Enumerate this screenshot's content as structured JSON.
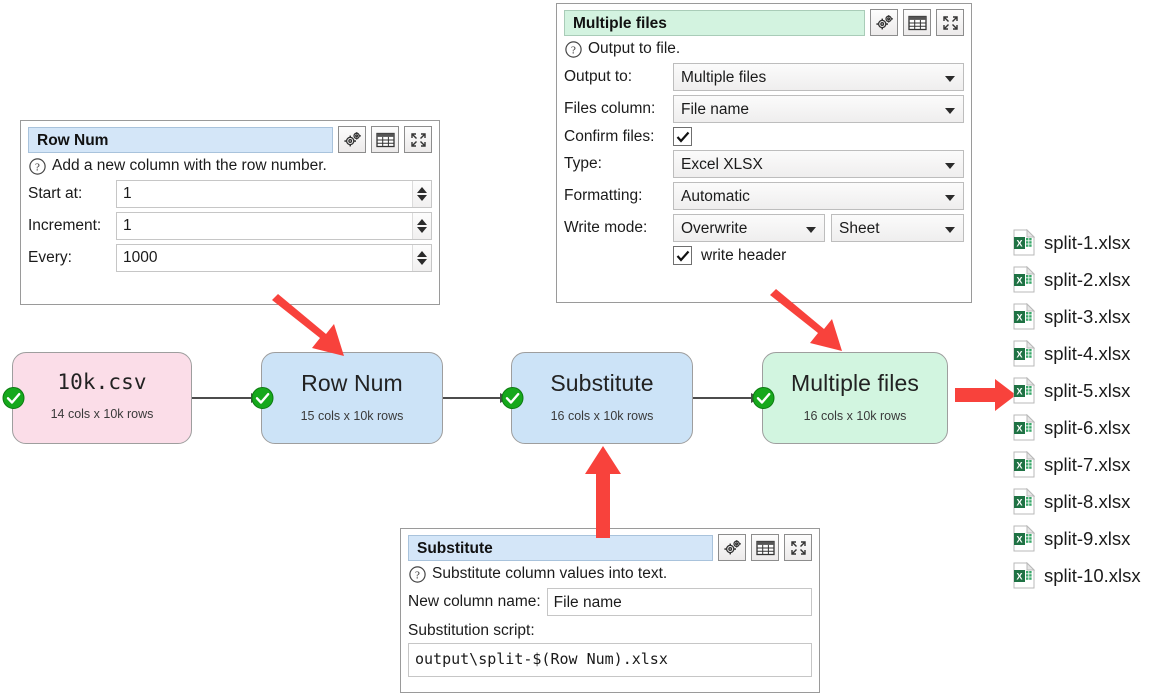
{
  "panels": {
    "row_num": {
      "title": "Row Num",
      "hint": "Add a new column with the row number.",
      "fields": [
        {
          "label": "Start at:",
          "value": "1"
        },
        {
          "label": "Increment:",
          "value": "1"
        },
        {
          "label": "Every:",
          "value": "1000"
        }
      ],
      "icons": [
        "gear-icon",
        "table-icon",
        "expand-icon"
      ]
    },
    "multiple_files": {
      "title": "Multiple files",
      "hint": "Output to file.",
      "rows": [
        {
          "label": "Output to:",
          "value": "Multiple files",
          "kind": "combo"
        },
        {
          "label": "Files column:",
          "value": "File name",
          "kind": "combo"
        },
        {
          "label": "Confirm files:",
          "value": "",
          "kind": "checkbox",
          "checked": true
        },
        {
          "label": "Type:",
          "value": "Excel XLSX",
          "kind": "combo"
        },
        {
          "label": "Formatting:",
          "value": "Automatic",
          "kind": "combo"
        },
        {
          "label": "Write mode:",
          "value": "Overwrite",
          "value2": "Sheet",
          "kind": "combo2"
        }
      ],
      "write_header_label": "write header",
      "write_header_checked": true,
      "icons": [
        "gear-icon",
        "table-icon",
        "expand-icon"
      ]
    },
    "substitute": {
      "title": "Substitute",
      "hint": "Substitute column values into text.",
      "new_column_label": "New column name:",
      "new_column_value": "File name",
      "script_label": "Substitution script:",
      "script_value": "output\\split-$(Row Num).xlsx",
      "icons": [
        "gear-icon",
        "table-icon",
        "expand-icon"
      ]
    }
  },
  "flow": {
    "nodes": [
      {
        "id": "input",
        "title": "10k.csv",
        "subtitle": "14 cols x 10k rows",
        "color": "pink",
        "status": "ok"
      },
      {
        "id": "rownum",
        "title": "Row Num",
        "subtitle": "15 cols x 10k rows",
        "color": "blue",
        "status": "ok"
      },
      {
        "id": "subst",
        "title": "Substitute",
        "subtitle": "16 cols x 10k rows",
        "color": "blue",
        "status": "ok"
      },
      {
        "id": "multiple",
        "title": "Multiple files",
        "subtitle": "16 cols x 10k rows",
        "color": "green",
        "status": "ok"
      }
    ]
  },
  "output_files": [
    {
      "name": "split-1.xlsx"
    },
    {
      "name": "split-2.xlsx"
    },
    {
      "name": "split-3.xlsx"
    },
    {
      "name": "split-4.xlsx"
    },
    {
      "name": "split-5.xlsx"
    },
    {
      "name": "split-6.xlsx"
    },
    {
      "name": "split-7.xlsx"
    },
    {
      "name": "split-8.xlsx"
    },
    {
      "name": "split-9.xlsx"
    },
    {
      "name": "split-10.xlsx"
    }
  ],
  "colors": {
    "annotation_arrow": "#f8423c",
    "node_pink": "#fbdde8",
    "node_blue": "#cce3f7",
    "node_green": "#d2f5e0",
    "status_ok": "#16a81c",
    "excel_green": "#1f7244"
  }
}
